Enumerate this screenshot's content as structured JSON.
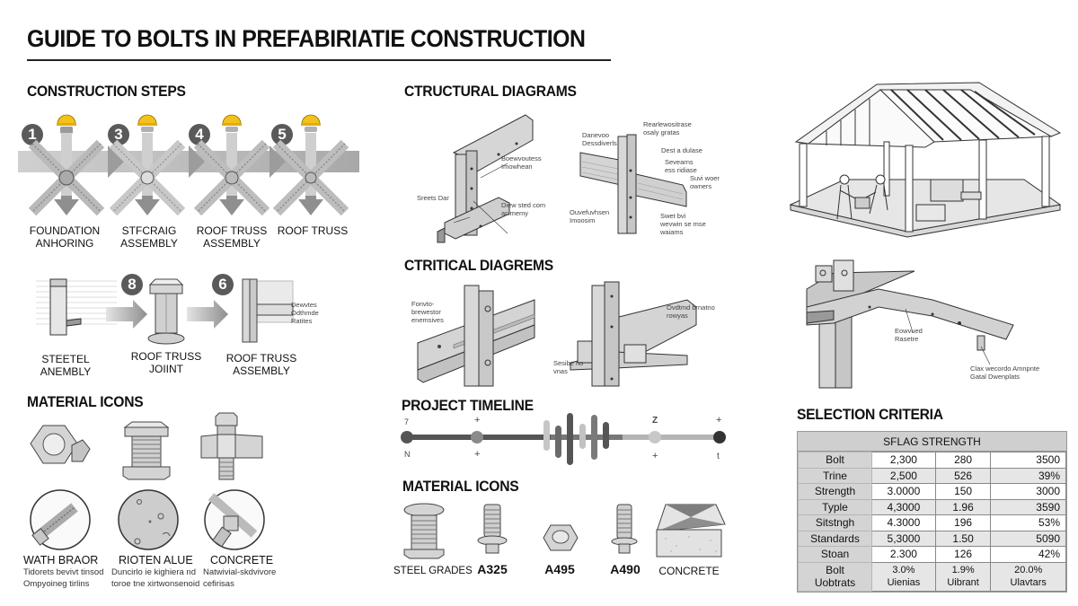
{
  "title": "GUIDE TO BOLTS IN PREFABIRIATIE CONSTRUCTION",
  "construction_steps": {
    "heading": "CONSTRUCTION STEPS",
    "row1": [
      {
        "number": "1",
        "label_line1": "FOUNDATION",
        "label_line2": "ANHORING"
      },
      {
        "number": "3",
        "label_line1": "STFCRAIG",
        "label_line2": "ASSEMBLY"
      },
      {
        "number": "4",
        "label_line1": "ROOF TRUSS",
        "label_line2": "ASSEMBLY"
      },
      {
        "number": "5",
        "label_line1": "ROOF TRUSS",
        "label_line2": ""
      }
    ],
    "row2": [
      {
        "number": "",
        "label_line1": "STEETEL",
        "label_line2": "ANEMBLY"
      },
      {
        "number": "8",
        "label_line1": "ROOF TRUSS",
        "label_line2": "JOIINT"
      },
      {
        "number": "6",
        "label_line1": "ROOF TRUSS",
        "label_line2": "ASSEMBLY",
        "note": "Dewvtes Odthmde Ratites"
      }
    ]
  },
  "material_icons_left": {
    "heading": "MATERIAL ICONS",
    "items": [
      {
        "label": "WATH BRAOR",
        "desc_line1": "Tidorets bevivt tinsod",
        "desc_line2": "Ompyoineg tirlins"
      },
      {
        "label": "RIOTEN ALUE",
        "desc_line1": "Duncirlo ie kighiera nd",
        "desc_line2": "toroe tne xirtwonsenoid"
      },
      {
        "label": "CONCRETE",
        "desc_line1": "Natwivial-skdvivore",
        "desc_line2": "cefirisas"
      }
    ]
  },
  "structural_diagrams": {
    "heading": "CTRUCTURAL DIAGRAMS",
    "callouts_left": [
      "Boewvoutess Imowhean",
      "Sreets Dar",
      "Diew sted com acimemy"
    ],
    "callouts_right": [
      "Rearlewositrase osaly gratas",
      "Danevoo Dessdiverls",
      "Dest a dulase",
      "Sevearns ess ridiase",
      "Suvi woer owners",
      "Ouvefuvhsen Imoosim",
      "Swet bvi wevwin se mse waiams"
    ]
  },
  "critical_diagrams": {
    "heading": "CTRITICAL DIAGREMS",
    "callouts_left": [
      "Fonvto-brewestor enemsives"
    ],
    "callouts_right": [
      "Ovdtmd brnatno rowyas",
      "Sesibe no vnas"
    ]
  },
  "right_diagram": {
    "callouts": [
      "Eowvued Rasetre",
      "Clax wecordo Amnpnte Gatal Dwenplats"
    ]
  },
  "project_timeline": {
    "heading": "PROJECT TIMELINE",
    "top_marks": [
      "7",
      "+",
      "Z",
      "+"
    ],
    "bottom_marks": [
      "N",
      "+",
      "+",
      "t"
    ]
  },
  "material_icons_center": {
    "heading": "MATERIAL ICONS",
    "items": [
      "STEEL GRADES",
      "A325",
      "A495",
      "A490",
      "CONCRETE"
    ]
  },
  "selection_criteria": {
    "heading": "SELECTION CRITERIA",
    "table_header": "SFLAG STRENGTH",
    "rows": [
      {
        "label": "Bolt",
        "c1": "2,300",
        "c2": "280",
        "c3": "3500"
      },
      {
        "label": "Trine",
        "c1": "2,500",
        "c2": "526",
        "c3": "39%"
      },
      {
        "label": "Strength",
        "c1": "3.0000",
        "c2": "150",
        "c3": "3000"
      },
      {
        "label": "Typle",
        "c1": "4,3000",
        "c2": "1.96",
        "c3": "3590"
      },
      {
        "label": "Sitstngh",
        "c1": "4.3000",
        "c2": "196",
        "c3": "53%"
      },
      {
        "label": "Standards",
        "c1": "5,3000",
        "c2": "1.50",
        "c3": "5090"
      },
      {
        "label": "Stoan",
        "c1": "2.300",
        "c2": "126",
        "c3": "42%"
      },
      {
        "label": "Bolt Uobtrats",
        "c1": "3.0% Uienias",
        "c2": "1.9% Uibrant",
        "c3": "20.0% Ulavtars"
      }
    ]
  },
  "colors": {
    "hardhat": "#f2c21b",
    "badge": "#5a5a5a",
    "steel": "#c9c9c9",
    "steel_dark": "#8a8a8a",
    "ink": "#111111"
  }
}
